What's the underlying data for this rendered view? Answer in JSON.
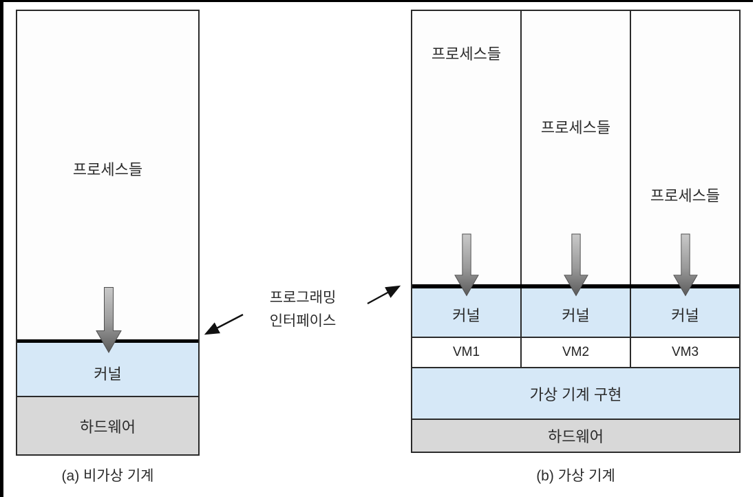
{
  "figure": {
    "diagram_a": {
      "processes_label": "프로세스들",
      "kernel_label": "커널",
      "hardware_label": "하드웨어",
      "caption": "(a) 비가상 기계"
    },
    "annotation": {
      "line1": "프로그래밍",
      "line2": "인터페이스"
    },
    "diagram_b": {
      "columns": [
        {
          "processes_label": "프로세스들",
          "kernel_label": "커널",
          "vm_label": "VM1"
        },
        {
          "processes_label": "프로세스들",
          "kernel_label": "커널",
          "vm_label": "VM2"
        },
        {
          "processes_label": "프로세스들",
          "kernel_label": "커널",
          "vm_label": "VM3"
        }
      ],
      "vm_impl_label": "가상 기계 구현",
      "hardware_label": "하드웨어",
      "caption": "(b) 가상 기계"
    },
    "colors": {
      "kernel_fill": "#d6e8f7",
      "hardware_fill": "#d8d8d8",
      "border": "#2a2a2a",
      "interface_line": "#000000"
    }
  }
}
